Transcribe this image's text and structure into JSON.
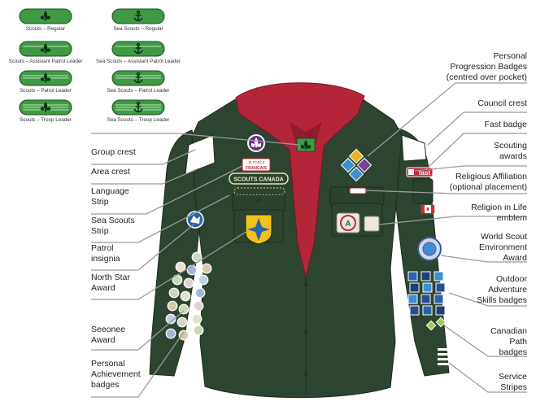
{
  "rank_badges": [
    {
      "caption": "Scouts – Regular",
      "stripes": 0,
      "icon": "fleur-de-lis-icon"
    },
    {
      "caption": "Sea Scouts – Regular",
      "stripes": 0,
      "icon": "anchor-icon"
    },
    {
      "caption": "Scouts – Assistant Patrol Leader",
      "stripes": 1,
      "icon": "fleur-de-lis-icon"
    },
    {
      "caption": "Sea Scouts – Assistant Patrol Leader",
      "stripes": 1,
      "icon": "anchor-icon"
    },
    {
      "caption": "Scouts – Patrol Leader",
      "stripes": 2,
      "icon": "fleur-de-lis-icon"
    },
    {
      "caption": "Sea Scouts – Patrol Leader",
      "stripes": 2,
      "icon": "anchor-icon"
    },
    {
      "caption": "Scouts – Troop Leader",
      "stripes": 3,
      "icon": "fleur-de-lis-icon"
    },
    {
      "caption": "Sea Scouts – Troop Leader",
      "stripes": 3,
      "icon": "anchor-icon"
    }
  ],
  "left_labels": [
    {
      "lines": [
        "Group crest"
      ]
    },
    {
      "lines": [
        "Area crest"
      ]
    },
    {
      "lines": [
        "Language",
        "Strip"
      ]
    },
    {
      "lines": [
        "Sea Scouts",
        "Strip"
      ]
    },
    {
      "lines": [
        "Patrol",
        "insignia"
      ]
    },
    {
      "lines": [
        "North Star",
        "Award"
      ]
    },
    {
      "lines": [
        "Seeonee",
        "Award"
      ]
    },
    {
      "lines": [
        "Personal",
        "Achievement",
        "badges"
      ]
    }
  ],
  "right_labels": [
    {
      "lines": [
        "Personal",
        "Progression Badges",
        "(centred over pocket)"
      ]
    },
    {
      "lines": [
        "Council crest"
      ]
    },
    {
      "lines": [
        "Fast badge"
      ]
    },
    {
      "lines": [
        "Scouting",
        "awards"
      ]
    },
    {
      "lines": [
        "Religious Affiliation",
        "(optional placement)"
      ]
    },
    {
      "lines": [
        "Religion in Life",
        "emblem"
      ]
    },
    {
      "lines": [
        "World Scout",
        "Environment",
        "Award"
      ]
    },
    {
      "lines": [
        "Outdoor",
        "Adventure",
        "Skills badges"
      ]
    },
    {
      "lines": [
        "Canadian",
        "Path",
        "badges"
      ]
    },
    {
      "lines": [
        "Service",
        "Stripes"
      ]
    }
  ],
  "shirt_text": {
    "language_strip_top": "JE PARLE",
    "language_strip_bottom": "FRANÇAIS",
    "scouts_canada_strip": "SCOUTS CANADA",
    "fast_badge": "fast",
    "religion_badge_letter": "A"
  },
  "colors": {
    "shirt": "#2d4530",
    "shirt_dark": "#1f3322",
    "neckerchief": "#b5253a",
    "rank_badge": "#3f9a43",
    "leader_line": "#9a9a9a"
  }
}
